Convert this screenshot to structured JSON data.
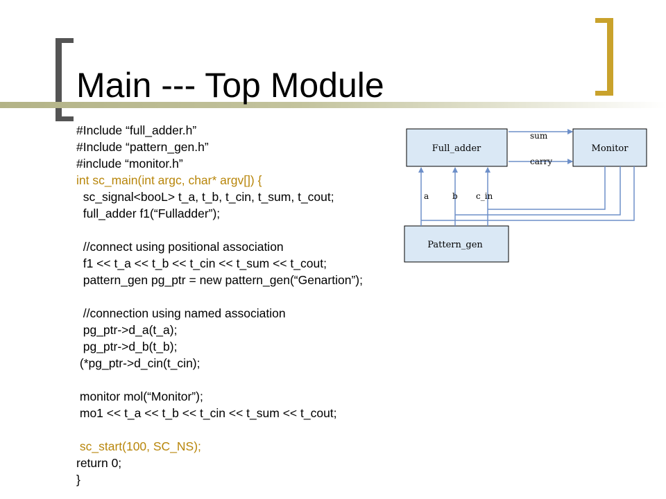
{
  "slide": {
    "title": "Main --- Top Module",
    "colors": {
      "accent_gold": "#c9a22c",
      "bracket_gray": "#545454",
      "box_fill": "#dae8f5",
      "wire_blue": "#6d8fc9"
    }
  },
  "code": {
    "lines": [
      {
        "text": "#Include “full_adder.h”",
        "color": "black"
      },
      {
        "text": "#Include “pattern_gen.h”",
        "color": "black"
      },
      {
        "text": "#include “monitor.h”",
        "color": "black"
      },
      {
        "text": "int sc_main(int argc, char* argv[]) {",
        "color": "gold"
      },
      {
        "text": "  sc_signal<booL> t_a, t_b, t_cin, t_sum, t_cout;",
        "color": "black"
      },
      {
        "text": "  full_adder f1(“Fulladder”);",
        "color": "black"
      },
      {
        "text": "",
        "color": "black"
      },
      {
        "text": "  //connect using positional association",
        "color": "black"
      },
      {
        "text": "  f1 << t_a << t_b << t_cin << t_sum << t_cout;",
        "color": "black"
      },
      {
        "text": "  pattern_gen pg_ptr = new pattern_gen(“Genartion”);",
        "color": "black"
      },
      {
        "text": "",
        "color": "black"
      },
      {
        "text": "  //connection using named association",
        "color": "black"
      },
      {
        "text": "  pg_ptr->d_a(t_a);",
        "color": "black"
      },
      {
        "text": "  pg_ptr->d_b(t_b);",
        "color": "black"
      },
      {
        "text": " (*pg_ptr->d_cin(t_cin);",
        "color": "black"
      },
      {
        "text": "",
        "color": "black"
      },
      {
        "text": " monitor mol(“Monitor”);",
        "color": "black"
      },
      {
        "text": " mo1 << t_a << t_b << t_cin << t_sum << t_cout;",
        "color": "black"
      },
      {
        "text": "",
        "color": "black"
      },
      {
        "text": " sc_start(100, SC_NS);",
        "color": "gold"
      },
      {
        "text": "return 0;",
        "color": "black"
      },
      {
        "text": "}",
        "color": "black"
      }
    ]
  },
  "diagram": {
    "full_adder_label": "Full_adder",
    "monitor_label": "Monitor",
    "pattern_gen_label": "Pattern_gen",
    "signals": {
      "sum": "sum",
      "carry": "carry",
      "a": "a",
      "b": "b",
      "c_in": "c_in"
    }
  }
}
